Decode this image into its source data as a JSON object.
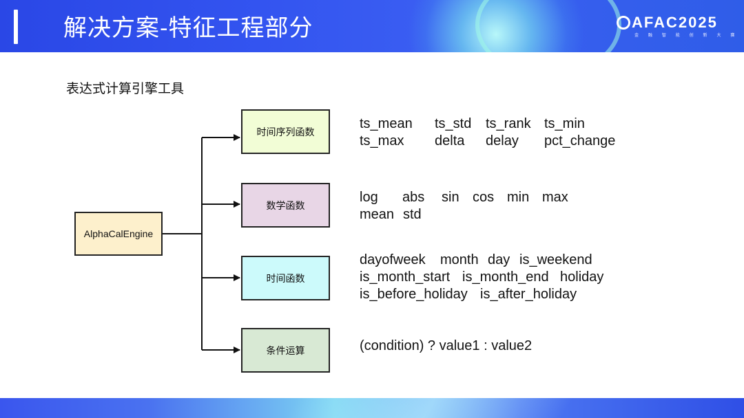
{
  "header": {
    "title": "解决方案-特征工程部分",
    "logo_text": "AFAC2025",
    "logo_sub": "金 融 智 能 创 新 大 赛"
  },
  "section_title": "表达式计算引擎工具",
  "root": {
    "label": "AlphaCalEngine"
  },
  "categories": [
    {
      "label": "时间序列函数",
      "rows": [
        [
          "ts_mean",
          "ts_std",
          "ts_rank",
          "ts_min"
        ],
        [
          "ts_max",
          "delta",
          "delay",
          "pct_change"
        ]
      ]
    },
    {
      "label": "数学函数",
      "rows": [
        [
          "log",
          "abs",
          "sin",
          "cos",
          "min",
          "max"
        ],
        [
          "mean",
          "std"
        ]
      ]
    },
    {
      "label": "时间函数",
      "rows": [
        [
          "dayofweek",
          "month",
          "day",
          "is_weekend"
        ],
        [
          "is_month_start",
          "is_month_end",
          "holiday"
        ],
        [
          "is_before_holiday",
          "is_after_holiday"
        ]
      ]
    },
    {
      "label": "条件运算",
      "rows": [
        [
          "(condition) ? value1 : value2"
        ]
      ]
    }
  ],
  "colors": {
    "header_blue": "#3354f0",
    "root_fill": "#fdf0cc",
    "box_ts": "#f2fdd6",
    "box_math": "#e8d6e6",
    "box_time": "#ccfafb",
    "box_cond": "#d8e9d4"
  }
}
